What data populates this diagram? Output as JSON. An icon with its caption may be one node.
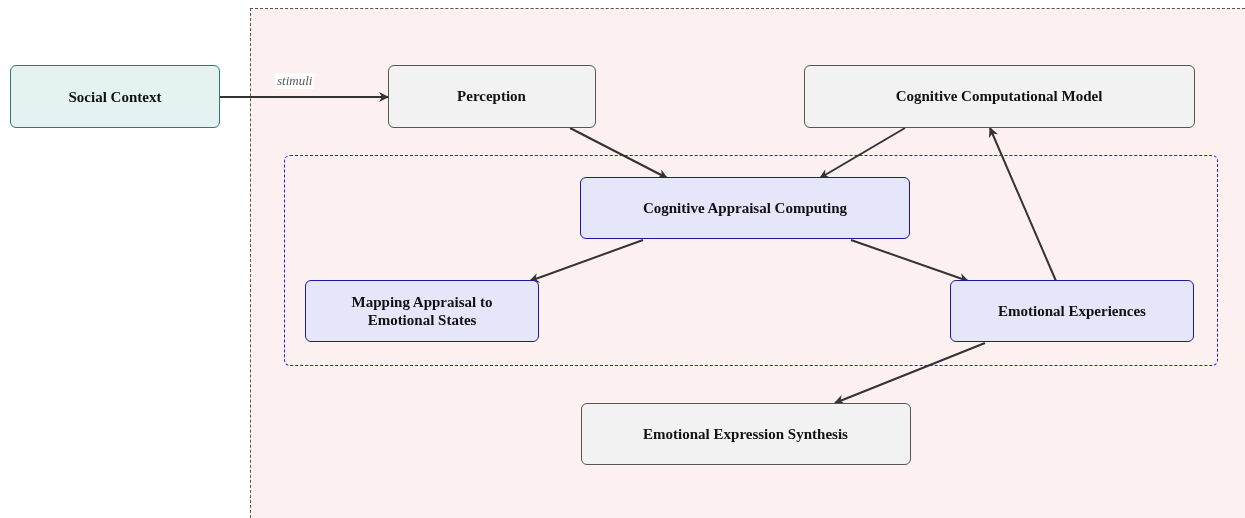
{
  "diagram": {
    "nodes": [
      {
        "text": [
          "Social Context"
        ]
      },
      {
        "text": [],
        "shape": "box"
      },
      {
        "text": [
          "Perception"
        ],
        "in": 1
      },
      {
        "text": [
          "Cognitive Computational Model"
        ],
        "in": 1
      },
      {
        "text": [],
        "shape": "box",
        "in": 1
      },
      {
        "text": [
          "Cognitive Appraisal Computing"
        ],
        "in": 4
      },
      {
        "text": [
          "Mapping Appraisal to Emotional States"
        ],
        "in": 4
      },
      {
        "text": [
          "Emotional Experiences"
        ],
        "in": 4
      },
      {
        "text": [
          "Emotional Expression Synthesis"
        ],
        "in": 1
      }
    ],
    "edges": [
      {
        "from": 0,
        "to": 2,
        "arrow": "to",
        "label": "stimuli"
      },
      {
        "from": 2,
        "to": 5,
        "arrow": "to"
      },
      {
        "from": 3,
        "to": 5,
        "arrow": "to"
      },
      {
        "from": 5,
        "to": 6,
        "arrow": "to"
      },
      {
        "from": 5,
        "to": 7,
        "arrow": "to"
      },
      {
        "from": 7,
        "to": 3,
        "arrow": "to"
      },
      {
        "from": 7,
        "to": 8,
        "arrow": "to"
      }
    ]
  }
}
